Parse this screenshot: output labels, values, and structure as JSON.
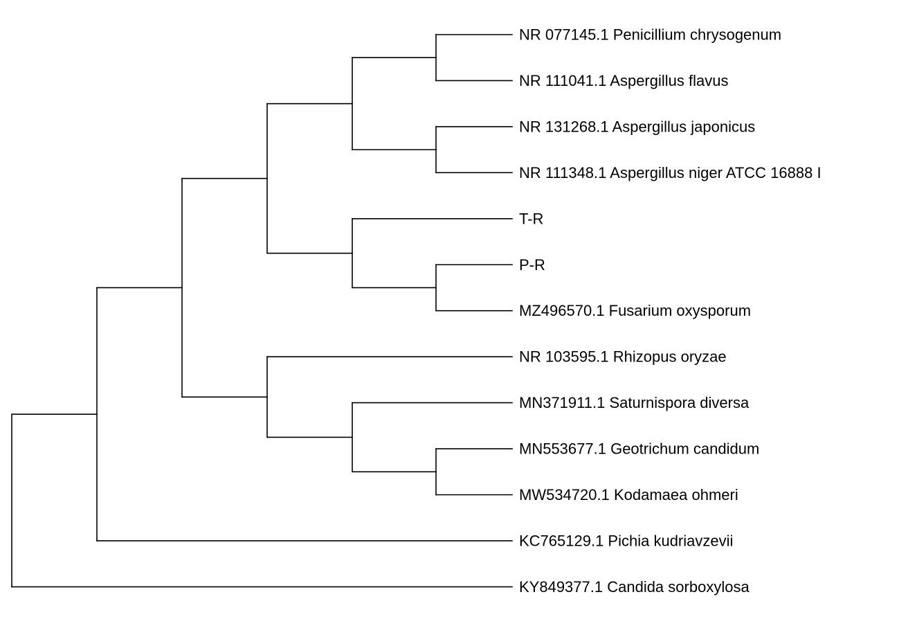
{
  "tree": {
    "line_color": "#000000",
    "text_color": "#000000",
    "background": "#ffffff",
    "root": {
      "children": [
        {
          "children": [
            {
              "children": [
                {
                  "children": [
                    {
                      "children": [
                        {
                          "label": "NR 077145.1 Penicillium chrysogenum"
                        },
                        {
                          "label": "NR 111041.1 Aspergillus flavus"
                        }
                      ]
                    },
                    {
                      "children": [
                        {
                          "label": "NR 131268.1 Aspergillus japonicus"
                        },
                        {
                          "label": "NR 111348.1 Aspergillus niger ATCC 16888 I"
                        }
                      ]
                    }
                  ]
                },
                {
                  "children": [
                    {
                      "label": "T-R"
                    },
                    {
                      "children": [
                        {
                          "label": "P-R"
                        },
                        {
                          "label": "MZ496570.1 Fusarium oxysporum"
                        }
                      ]
                    }
                  ]
                }
              ]
            },
            {
              "children": [
                {
                  "label": "NR 103595.1 Rhizopus oryzae"
                },
                {
                  "children": [
                    {
                      "label": "MN371911.1 Saturnispora diversa"
                    },
                    {
                      "children": [
                        {
                          "label": "MN553677.1 Geotrichum candidum"
                        },
                        {
                          "label": "MW534720.1 Kodamaea ohmeri"
                        }
                      ]
                    }
                  ]
                }
              ]
            }
          ]
        },
        {
          "label": "KC765129.1 Pichia kudriavzevii"
        }
      ]
    },
    "outgroup": {
      "label": "KY849377.1 Candida sorboxylosa"
    }
  }
}
